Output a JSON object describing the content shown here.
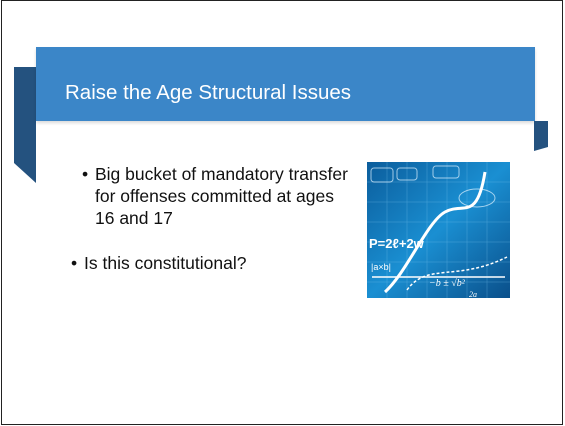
{
  "slide": {
    "title": "Raise the Age Structural Issues",
    "bullets": [
      "Big bucket of mandatory transfer for offenses committed at ages 16 and 17",
      "Is this constitutional?"
    ],
    "colors": {
      "banner": "#3b86c8",
      "banner_fold": "#24527f"
    }
  },
  "image": {
    "icon": "math-formulas-chalkboard-image",
    "formula_text": "P=2ℓ+2w",
    "abs_text": "|a×b|",
    "quadratic_text": "−b ± √b²",
    "denominator_text": "2a"
  }
}
